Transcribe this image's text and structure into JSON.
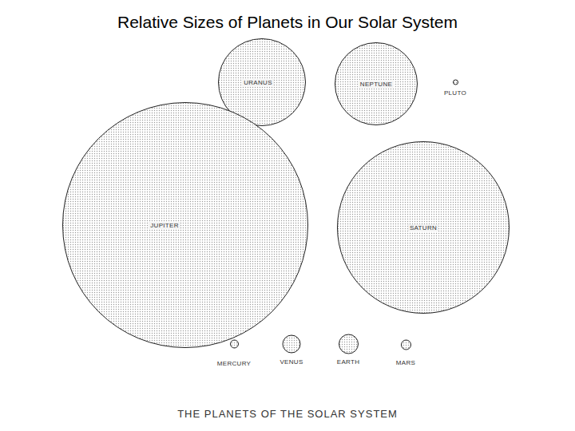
{
  "diagram": {
    "title": "Relative Sizes of Planets in Our Solar System",
    "caption": "THE PLANETS OF THE SOLAR SYSTEM",
    "nodes": [
      {
        "text": [
          "URANUS"
        ]
      },
      {
        "text": [
          "NEPTUNE"
        ]
      },
      {
        "text": [
          "PLUTO"
        ]
      },
      {
        "text": [
          "JUPITER"
        ]
      },
      {
        "text": [
          "SATURN"
        ]
      },
      {
        "text": [
          "MERCURY"
        ]
      },
      {
        "text": [
          "VENUS"
        ]
      },
      {
        "text": [
          "EARTH"
        ]
      },
      {
        "text": [
          "MARS"
        ]
      }
    ]
  }
}
